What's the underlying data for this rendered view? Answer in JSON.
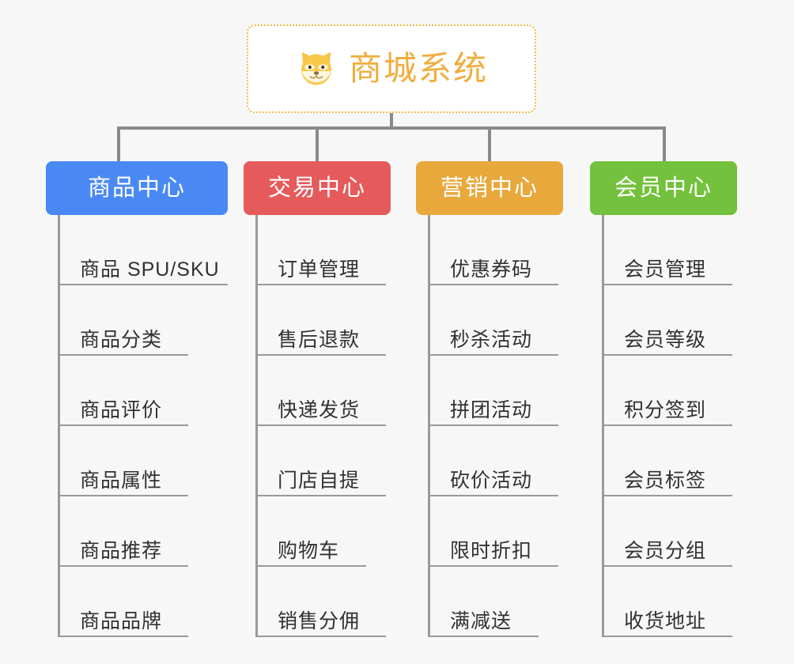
{
  "diagram": {
    "type": "mindmap",
    "background_color": "#f7f7f7",
    "root": {
      "title": "商城系统",
      "icon": "shiba-dog-face-icon",
      "border_color": "#f0b94a",
      "text_color": "#f0ad3e",
      "background_color": "#ffffff"
    },
    "connector_color": "#8a8a8a",
    "branches": [
      {
        "label": "商品中心",
        "color": "#4a89f3",
        "items": [
          "商品 SPU/SKU",
          "商品分类",
          "商品评价",
          "商品属性",
          "商品推荐",
          "商品品牌"
        ]
      },
      {
        "label": "交易中心",
        "color": "#e55b5b",
        "items": [
          "订单管理",
          "售后退款",
          "快递发货",
          "门店自提",
          "购物车",
          "销售分佣"
        ]
      },
      {
        "label": "营销中心",
        "color": "#e8a83c",
        "items": [
          "优惠券码",
          "秒杀活动",
          "拼团活动",
          "砍价活动",
          "限时折扣",
          "满减送"
        ]
      },
      {
        "label": "会员中心",
        "color": "#73c13c",
        "items": [
          "会员管理",
          "会员等级",
          "积分签到",
          "会员标签",
          "会员分组",
          "收货地址"
        ]
      }
    ]
  }
}
